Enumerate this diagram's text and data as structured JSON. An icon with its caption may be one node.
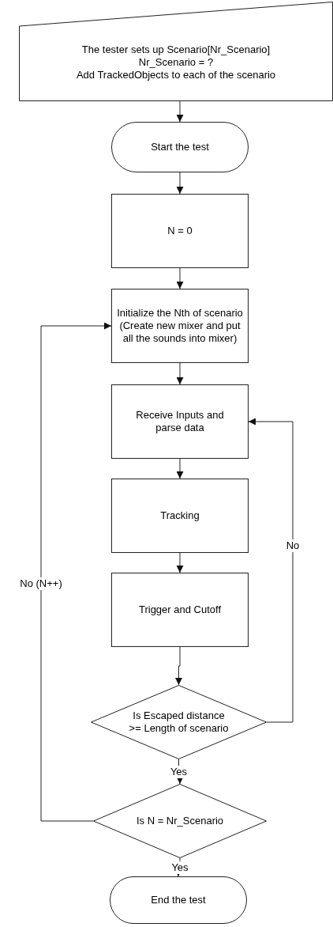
{
  "diagram": {
    "nodes": [
      {
        "text": [
          "The tester sets up Scenario[Nr_Scenario]",
          "Nr_Scenario = ?",
          "Add TrackedObjects to each of the scenario"
        ]
      },
      {
        "text": [
          "Start the test"
        ]
      },
      {
        "text": [
          "N = 0"
        ]
      },
      {
        "text": [
          "Initialize the Nth of scenario (Create new mixer and put all the sounds into mixer)"
        ]
      },
      {
        "text": [
          "Receive Inputs and parse data"
        ]
      },
      {
        "text": [
          "Tracking"
        ]
      },
      {
        "text": [
          "Trigger and Cutoff"
        ]
      },
      {
        "text": [
          "Is Escaped distance >= Length of scenario"
        ]
      },
      {
        "text": [
          "Is N = Nr_Scenario"
        ]
      },
      {
        "text": [
          "End the test"
        ]
      }
    ],
    "edges": [
      {
        "from": 0,
        "to": 1,
        "arrow": "to"
      },
      {
        "from": 1,
        "to": 2,
        "arrow": "to"
      },
      {
        "from": 2,
        "to": 3,
        "arrow": "to"
      },
      {
        "from": 3,
        "to": 4,
        "arrow": "to"
      },
      {
        "from": 4,
        "to": 5,
        "arrow": "to"
      },
      {
        "from": 5,
        "to": 6,
        "arrow": "to"
      },
      {
        "from": 6,
        "to": 7,
        "arrow": "to"
      },
      {
        "from": 7,
        "to": 4,
        "arrow": "to",
        "label": "No"
      },
      {
        "from": 7,
        "to": 8,
        "arrow": "to",
        "label": "Yes"
      },
      {
        "from": 8,
        "to": 3,
        "arrow": "to",
        "label": "No (N++)"
      },
      {
        "from": 8,
        "to": 9,
        "arrow": "to",
        "label": "Yes"
      }
    ]
  }
}
